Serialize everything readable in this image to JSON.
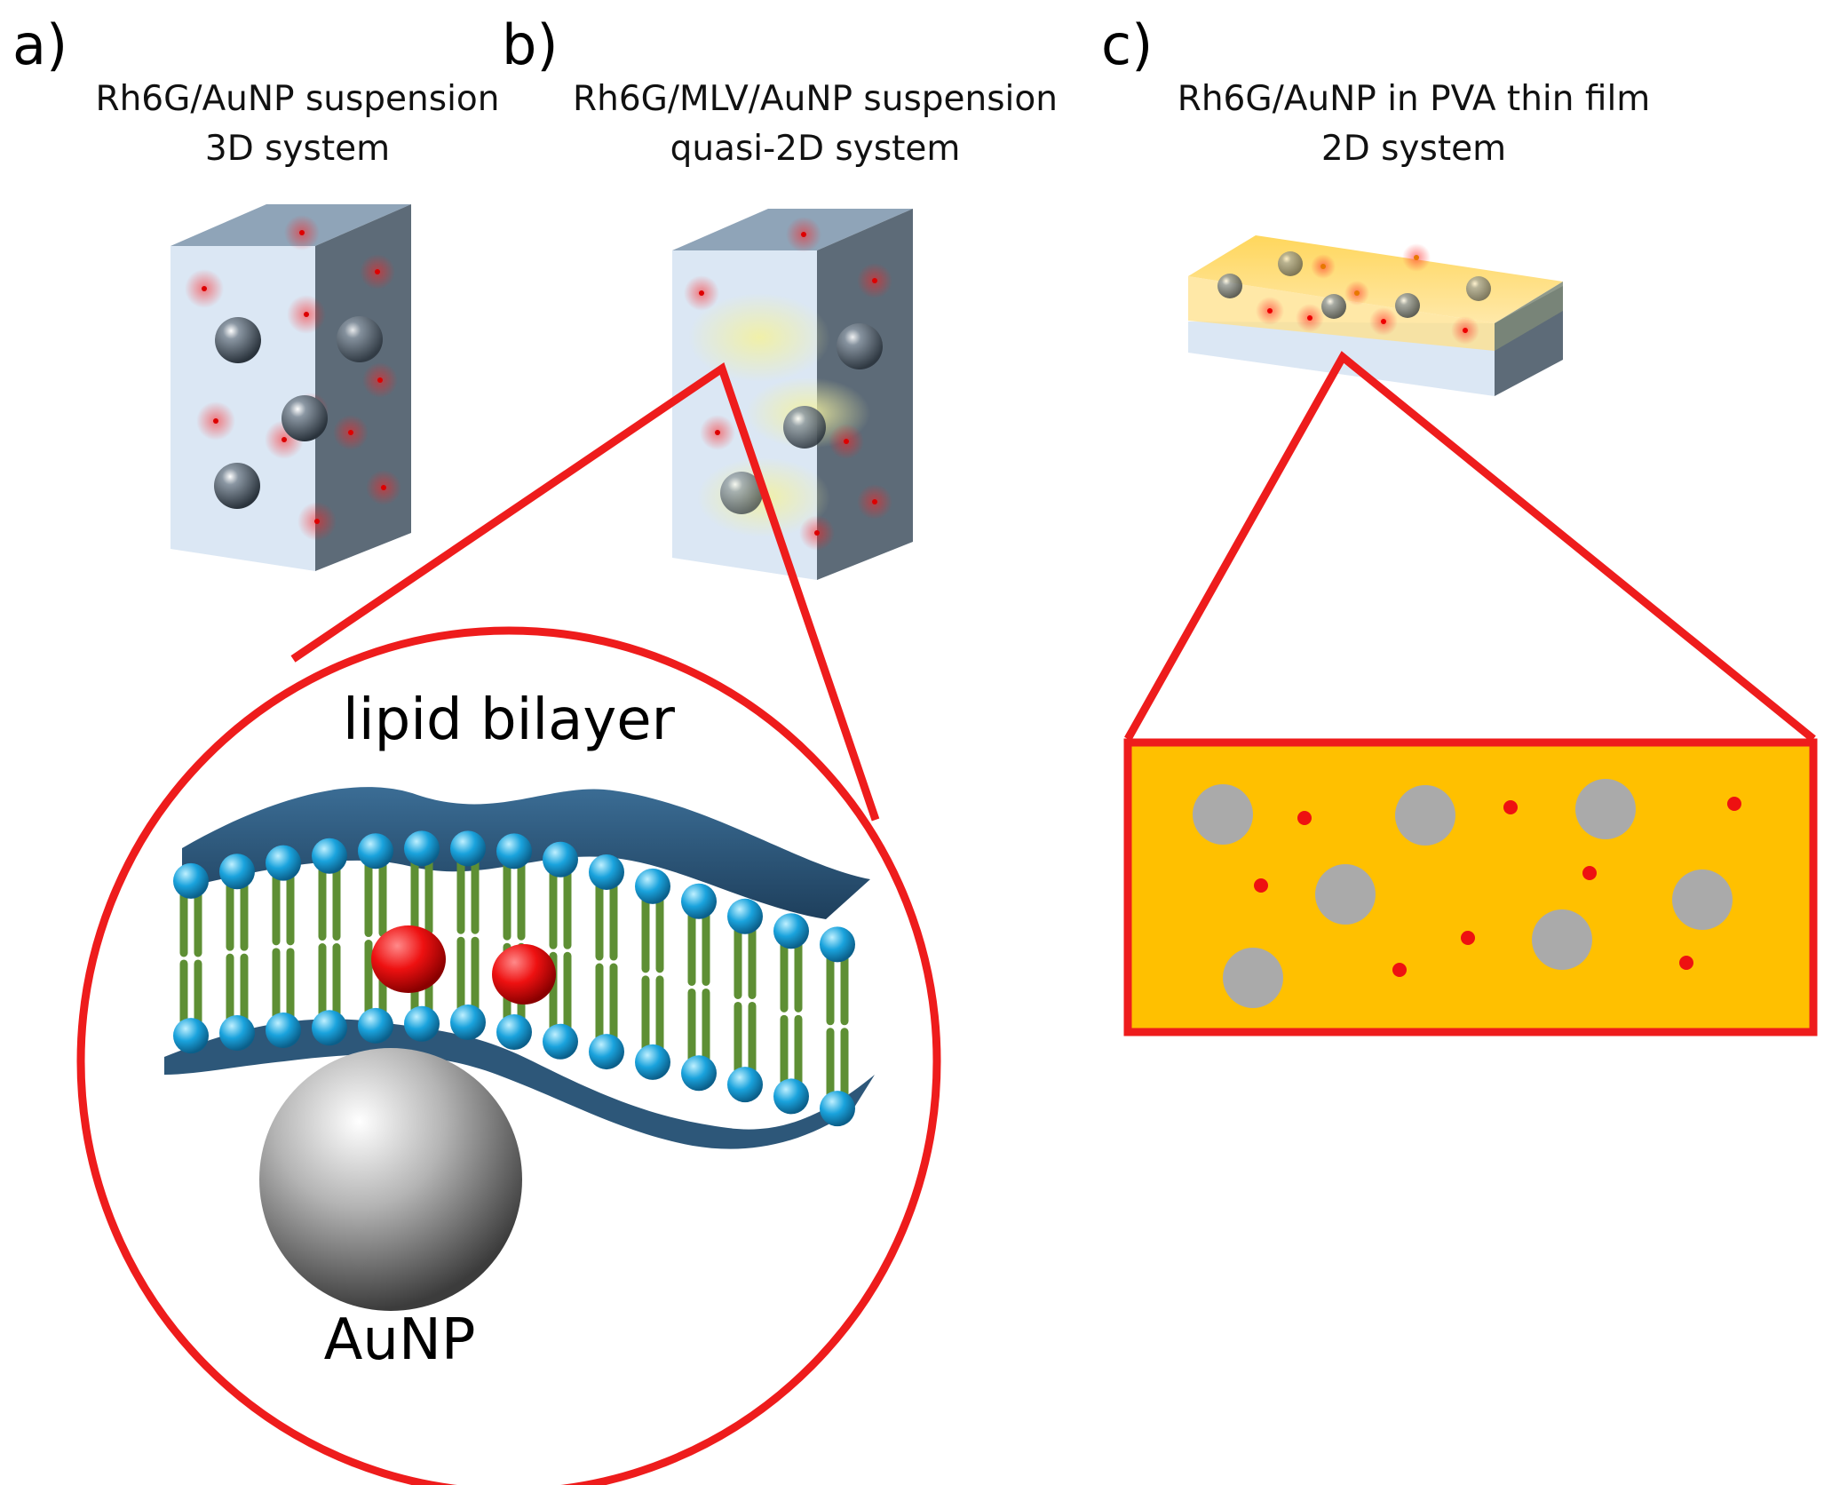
{
  "panels": [
    {
      "letter": "a)",
      "caption_line1": "Rh6G/AuNP suspension",
      "caption_line2": "3D system"
    },
    {
      "letter": "b)",
      "caption_line1": "Rh6G/MLV/AuNP suspension",
      "caption_line2": "quasi-2D system"
    },
    {
      "letter": "c)",
      "caption_line1": "Rh6G/AuNP in PVA thin film",
      "caption_line2": "2D system"
    }
  ],
  "zoom": {
    "bilayer_label": "lipid bilayer",
    "particle_label": "AuNP"
  },
  "colors": {
    "callout_red": "#ee1c1c",
    "dye_red": "#ee1111",
    "film_orange": "#ffc000",
    "particle_gray": "#aaaaaa",
    "lipid_head_blue": "#1aa3dd",
    "lipid_tail_green": "#6fa042",
    "membrane_sheet": "#2d5779",
    "cuboid_face": "#dbe7f4"
  }
}
